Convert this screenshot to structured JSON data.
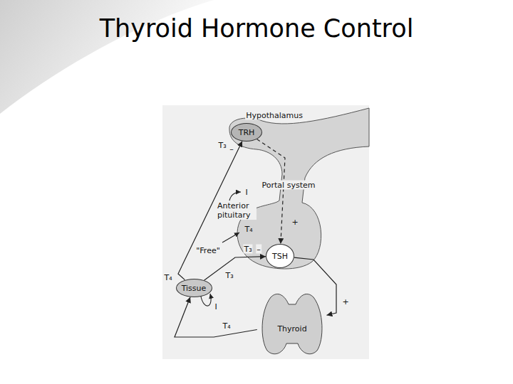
{
  "diagram": {
    "title": "Thyroid Hormone Control",
    "nodes": [
      {
        "text": [
          "TRH"
        ]
      },
      {
        "text": [
          "TSH"
        ]
      },
      {
        "text": [
          "Tissue"
        ]
      },
      {
        "text": [
          "Thyroid"
        ]
      }
    ],
    "edges": [
      {
        "from": 0,
        "to": 1,
        "arrow": "to",
        "label": "+"
      },
      {
        "from": 1,
        "to": 3,
        "arrow": "to",
        "label": "+"
      },
      {
        "from": 3,
        "to": 2,
        "arrow": "to",
        "label": "T₄"
      },
      {
        "from": 2,
        "to": 0,
        "arrow": "to",
        "label": "T₄"
      },
      {
        "from": 2,
        "to": 1,
        "arrow": "to",
        "label": "T₃"
      }
    ],
    "labels": [
      "Hypothalamus",
      "T₃",
      "–",
      "Portal system",
      "I",
      "Anterior pituitary",
      "T₄",
      "\"Free\"",
      "T₃",
      "I",
      "–"
    ]
  }
}
